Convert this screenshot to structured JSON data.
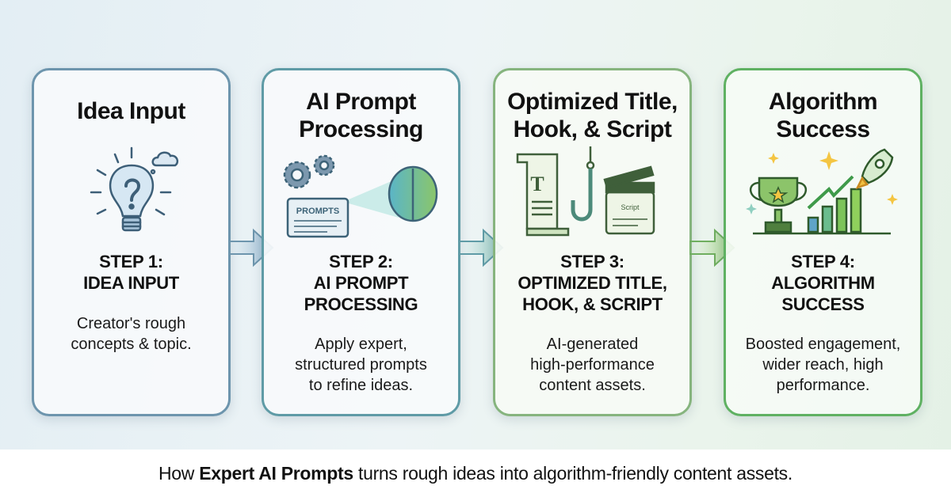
{
  "steps": [
    {
      "title": [
        "Idea Input"
      ],
      "step": [
        "STEP 1:",
        "IDEA INPUT"
      ],
      "desc": [
        "Creator's rough",
        "concepts & topic."
      ],
      "icon": "lightbulb-question-icon",
      "color": "#6d95ad"
    },
    {
      "title": [
        "AI Prompt",
        "Processing"
      ],
      "step": [
        "STEP 2:",
        "AI PROMPT",
        "PROCESSING"
      ],
      "desc": [
        "Apply expert,",
        "structured prompts",
        "to refine ideas."
      ],
      "icon": "gears-prompts-brain-icon",
      "icon_label": "PROMPTS",
      "color": "#5f9ba6"
    },
    {
      "title": [
        "Optimized Title,",
        "Hook, & Script"
      ],
      "step": [
        "STEP 3:",
        "OPTIMIZED TITLE,",
        "HOOK, & SCRIPT"
      ],
      "desc": [
        "AI-generated",
        "high-performance",
        "content assets."
      ],
      "icon": "scroll-hook-clapper-icon",
      "icon_label": "Script",
      "icon_letter": "T",
      "color": "#86b47e"
    },
    {
      "title": [
        "Algorithm",
        "Success"
      ],
      "step": [
        "STEP 4:",
        "ALGORITHM",
        "SUCCESS"
      ],
      "desc": [
        "Boosted engagement,",
        "wider reach, high",
        "performance."
      ],
      "icon": "trophy-chart-rocket-icon",
      "color": "#5fb162"
    }
  ],
  "footer": {
    "pre": "How ",
    "bold": "Expert AI Prompts",
    "post": " turns rough ideas into algorithm-friendly content assets."
  }
}
